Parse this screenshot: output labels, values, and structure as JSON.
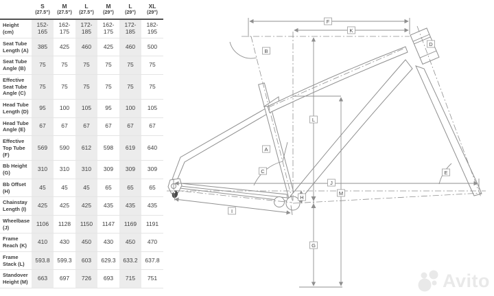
{
  "table": {
    "columns": [
      {
        "size": "S",
        "wheel": "(27.5\")"
      },
      {
        "size": "M",
        "wheel": "(27.5\")"
      },
      {
        "size": "L",
        "wheel": "(27.5\")"
      },
      {
        "size": "M",
        "wheel": "(29\")"
      },
      {
        "size": "L",
        "wheel": "(29\")"
      },
      {
        "size": "XL",
        "wheel": "(29\")"
      }
    ],
    "rows": [
      {
        "label": "Height (cm)",
        "values": [
          "152-165",
          "162-175",
          "172-185",
          "162-175",
          "172-185",
          "182-195"
        ]
      },
      {
        "label": "Seat Tube Length (A)",
        "values": [
          "385",
          "425",
          "460",
          "425",
          "460",
          "500"
        ]
      },
      {
        "label": "Seat Tube Angle (B)",
        "values": [
          "75",
          "75",
          "75",
          "75",
          "75",
          "75"
        ]
      },
      {
        "label": "Effective Seat Tube Angle (C)",
        "values": [
          "75",
          "75",
          "75",
          "75",
          "75",
          "75"
        ]
      },
      {
        "label": "Head Tube Length (D)",
        "values": [
          "95",
          "100",
          "105",
          "95",
          "100",
          "105"
        ]
      },
      {
        "label": "Head Tube Angle (E)",
        "values": [
          "67",
          "67",
          "67",
          "67",
          "67",
          "67"
        ]
      },
      {
        "label": "Effective Top Tube (F)",
        "values": [
          "569",
          "590",
          "612",
          "598",
          "619",
          "640"
        ]
      },
      {
        "label": "Bb Height (G)",
        "values": [
          "310",
          "310",
          "310",
          "309",
          "309",
          "309"
        ]
      },
      {
        "label": "Bb Offset (H)",
        "values": [
          "45",
          "45",
          "45",
          "65",
          "65",
          "65"
        ]
      },
      {
        "label": "Chainstay Length (I)",
        "values": [
          "425",
          "425",
          "425",
          "435",
          "435",
          "435"
        ]
      },
      {
        "label": "Wheelbase (J)",
        "values": [
          "1106",
          "1128",
          "1150",
          "1147",
          "1169",
          "1191"
        ]
      },
      {
        "label": "Frame Reach (K)",
        "values": [
          "410",
          "430",
          "450",
          "430",
          "450",
          "470"
        ]
      },
      {
        "label": "Frame Stack (L)",
        "values": [
          "593.8",
          "599.3",
          "603",
          "629.3",
          "633.2",
          "637.8"
        ]
      },
      {
        "label": "Standover Height (M)",
        "values": [
          "663",
          "697",
          "726",
          "693",
          "715",
          "751"
        ]
      }
    ]
  },
  "diagram": {
    "labels": {
      "A": "A",
      "B": "B",
      "C": "C",
      "D": "D",
      "E": "E",
      "F": "F",
      "G": "G",
      "H": "H",
      "I": "I",
      "J": "J",
      "K": "K",
      "L": "L",
      "M": "M"
    }
  },
  "watermark": {
    "text": "Avito",
    "color": "#e9e9e9"
  }
}
